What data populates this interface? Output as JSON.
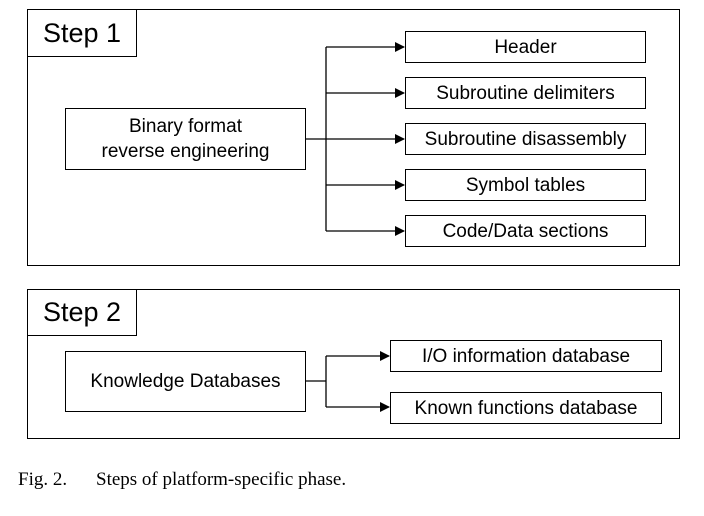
{
  "step1": {
    "label": "Step 1",
    "source_line1": "Binary format",
    "source_line2": "reverse engineering",
    "targets": [
      "Header",
      "Subroutine delimiters",
      "Subroutine disassembly",
      "Symbol tables",
      "Code/Data sections"
    ]
  },
  "step2": {
    "label": "Step 2",
    "source": "Knowledge Databases",
    "targets": [
      "I/O information database",
      "Known functions database"
    ]
  },
  "caption": {
    "number": "Fig. 2.",
    "text": "Steps of platform-specific phase."
  }
}
